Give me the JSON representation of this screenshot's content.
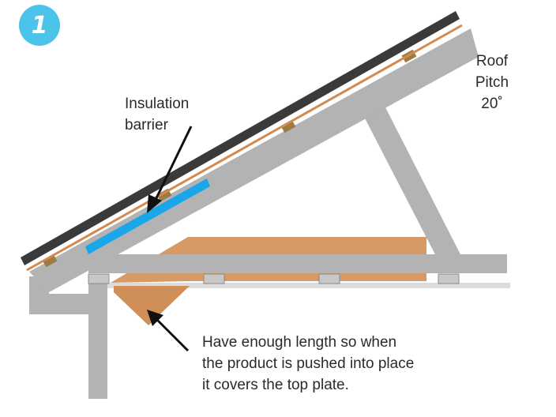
{
  "step": {
    "number": "1"
  },
  "roof_pitch": {
    "line1": "Roof",
    "line2": "Pitch",
    "line3": "20˚"
  },
  "insulation_label": {
    "line1": "Insulation",
    "line2": "barrier"
  },
  "note": {
    "line1": "Have enough length so when",
    "line2": "the product is pushed into place",
    "line3": "it covers the top plate."
  },
  "colors": {
    "timber_frame": "#b3b3b3",
    "roof_tiles": "#3a3a3a",
    "membrane": "#d38a4f",
    "batten": "#9c7b45",
    "insulation_barrier": "#1aa7ea",
    "product_board": "#d59a66",
    "ceiling_line": "#dcdcdc",
    "bracket": "#c8c8c8",
    "badge": "#4cc4ea",
    "text": "#2a2a2a"
  }
}
